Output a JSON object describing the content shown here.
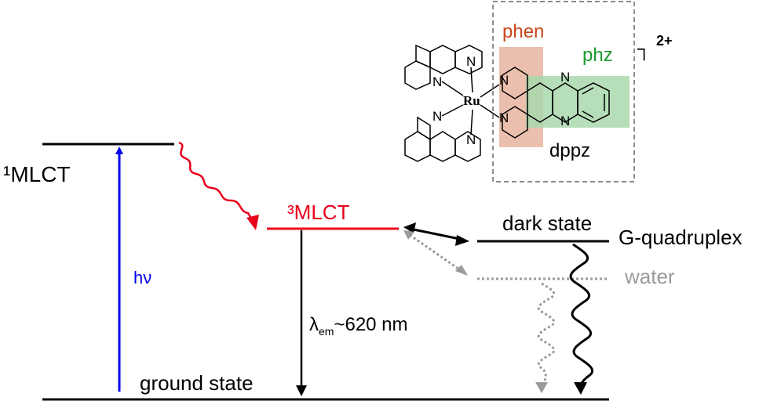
{
  "levels": {
    "singlet_label": "¹MLCT",
    "triplet_label": "³MLCT",
    "ground_label": "ground state",
    "dark_label": "dark state",
    "environment_label": "G-quadruplex",
    "water_label": "water"
  },
  "transitions": {
    "absorption_label": "hν",
    "emission_symbol": "λ",
    "emission_subscript": "em",
    "emission_value": "~620 nm"
  },
  "molecule": {
    "metal": "Ru",
    "nitrogen": "N",
    "charge_base": "┐",
    "charge": "2+",
    "phen_label": "phen",
    "phz_label": "phz",
    "dppz_label": "dppz"
  },
  "colors": {
    "absorption": "#0000ee",
    "singlet": "#000000",
    "triplet": "#e8001c",
    "dark_channel": "#000000",
    "water_channel": "#9a9a9a",
    "phen_highlight": "#e7b4a0",
    "phz_highlight": "#a8d8ad",
    "phen_text": "#c8451e",
    "phz_text": "#1a9a2e"
  }
}
